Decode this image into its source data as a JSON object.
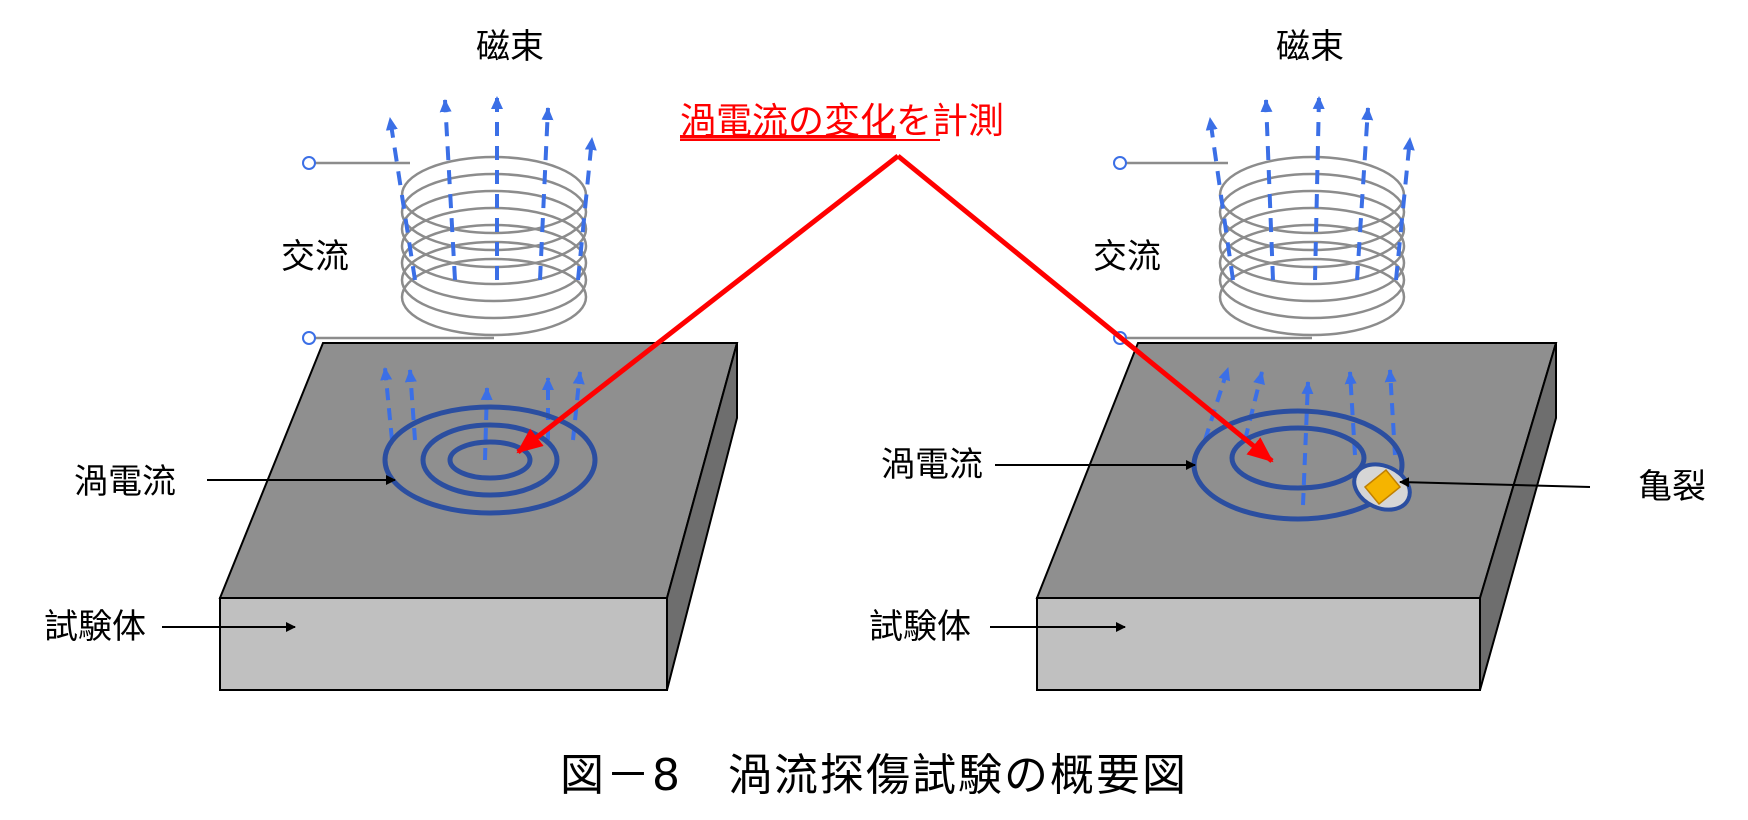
{
  "colors": {
    "flux": "#3b6fe6",
    "eddy": "#2b4ea0",
    "arrow_red": "#ff0000",
    "coil": "#8c8c8c",
    "block_top": "#8f8f8f",
    "block_front": "#c0c0c0",
    "block_side": "#6e6e6e",
    "crack": "#f5b400"
  },
  "labels": {
    "flux_left": "磁束",
    "flux_right": "磁束",
    "ac_left": "交流",
    "ac_right": "交流",
    "eddy_left": "渦電流",
    "eddy_right": "渦電流",
    "specimen_left": "試験体",
    "specimen_right": "試験体",
    "crack": "亀裂",
    "measure_part1": "渦電流の変化",
    "measure_part2": "を計測"
  },
  "caption": "図－8　渦流探傷試験の概要図"
}
